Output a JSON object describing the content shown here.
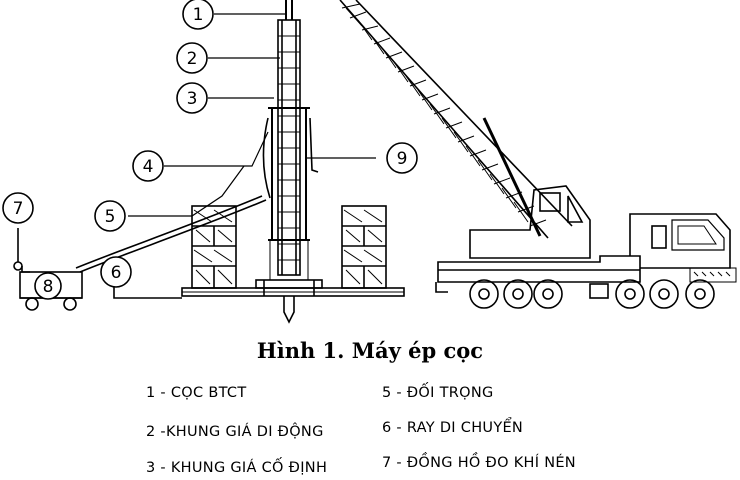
{
  "figure": {
    "caption": "Hình 1. Máy ép cọc",
    "callouts": [
      "1",
      "2",
      "3",
      "4",
      "5",
      "6",
      "7",
      "8",
      "9"
    ],
    "legend": [
      "1 - CỌC BTCT",
      "2 -KHUNG GIÁ DI ĐỘNG",
      "3 - KHUNG GIÁ CỐ ĐỊNH",
      "5 - ĐỐI TRỌNG",
      "6 - RAY DI CHUYỂN",
      "7 - ĐỒNG HỒ ĐO KHÍ NÉN"
    ]
  }
}
